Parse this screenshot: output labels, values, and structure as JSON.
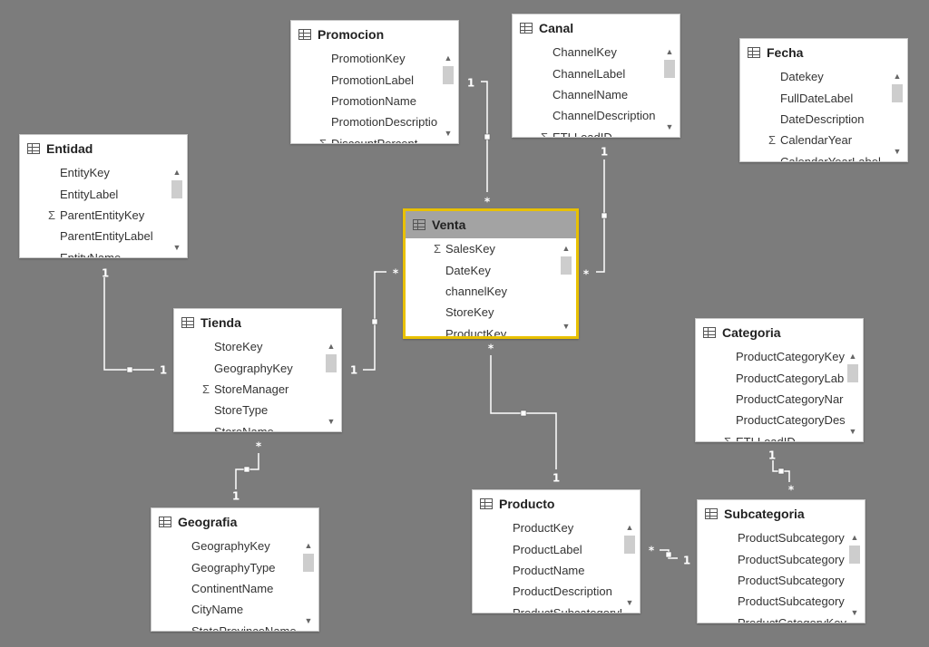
{
  "tables": [
    {
      "id": "promocion",
      "name": "Promocion",
      "selected": false,
      "fields": [
        {
          "name": "PromotionKey",
          "sigma": false
        },
        {
          "name": "PromotionLabel",
          "sigma": false
        },
        {
          "name": "PromotionName",
          "sigma": false
        },
        {
          "name": "PromotionDescriptio",
          "sigma": false
        },
        {
          "name": "DiscountPercent",
          "sigma": true
        }
      ]
    },
    {
      "id": "canal",
      "name": "Canal",
      "selected": false,
      "fields": [
        {
          "name": "ChannelKey",
          "sigma": false
        },
        {
          "name": "ChannelLabel",
          "sigma": false
        },
        {
          "name": "ChannelName",
          "sigma": false
        },
        {
          "name": "ChannelDescription",
          "sigma": false
        },
        {
          "name": "ETLLoadID",
          "sigma": true
        }
      ]
    },
    {
      "id": "fecha",
      "name": "Fecha",
      "selected": false,
      "fields": [
        {
          "name": "Datekey",
          "sigma": false
        },
        {
          "name": "FullDateLabel",
          "sigma": false
        },
        {
          "name": "DateDescription",
          "sigma": false
        },
        {
          "name": "CalendarYear",
          "sigma": true
        },
        {
          "name": "CalendarYearLabel",
          "sigma": false
        }
      ]
    },
    {
      "id": "entidad",
      "name": "Entidad",
      "selected": false,
      "fields": [
        {
          "name": "EntityKey",
          "sigma": false
        },
        {
          "name": "EntityLabel",
          "sigma": false
        },
        {
          "name": "ParentEntityKey",
          "sigma": true
        },
        {
          "name": "ParentEntityLabel",
          "sigma": false
        },
        {
          "name": "EntityName",
          "sigma": false
        }
      ]
    },
    {
      "id": "venta",
      "name": "Venta",
      "selected": true,
      "fields": [
        {
          "name": "SalesKey",
          "sigma": true
        },
        {
          "name": "DateKey",
          "sigma": false
        },
        {
          "name": "channelKey",
          "sigma": false
        },
        {
          "name": "StoreKey",
          "sigma": false
        },
        {
          "name": "ProductKey",
          "sigma": false
        }
      ]
    },
    {
      "id": "tienda",
      "name": "Tienda",
      "selected": false,
      "fields": [
        {
          "name": "StoreKey",
          "sigma": false
        },
        {
          "name": "GeographyKey",
          "sigma": false
        },
        {
          "name": "StoreManager",
          "sigma": true
        },
        {
          "name": "StoreType",
          "sigma": false
        },
        {
          "name": "StoreName",
          "sigma": false
        }
      ]
    },
    {
      "id": "categoria",
      "name": "Categoria",
      "selected": false,
      "fields": [
        {
          "name": "ProductCategoryKey",
          "sigma": false
        },
        {
          "name": "ProductCategoryLab",
          "sigma": false
        },
        {
          "name": "ProductCategoryNar",
          "sigma": false
        },
        {
          "name": "ProductCategoryDes",
          "sigma": false
        },
        {
          "name": "ETLLoadID",
          "sigma": true
        }
      ]
    },
    {
      "id": "geografia",
      "name": "Geografia",
      "selected": false,
      "fields": [
        {
          "name": "GeographyKey",
          "sigma": false
        },
        {
          "name": "GeographyType",
          "sigma": false
        },
        {
          "name": "ContinentName",
          "sigma": false
        },
        {
          "name": "CityName",
          "sigma": false
        },
        {
          "name": "StateProvinceName",
          "sigma": false
        }
      ]
    },
    {
      "id": "producto",
      "name": "Producto",
      "selected": false,
      "fields": [
        {
          "name": "ProductKey",
          "sigma": false
        },
        {
          "name": "ProductLabel",
          "sigma": false
        },
        {
          "name": "ProductName",
          "sigma": false
        },
        {
          "name": "ProductDescription",
          "sigma": false
        },
        {
          "name": "ProductSubcategoryKey",
          "sigma": false
        }
      ]
    },
    {
      "id": "subcategoria",
      "name": "Subcategoria",
      "selected": false,
      "fields": [
        {
          "name": "ProductSubcategory",
          "sigma": false
        },
        {
          "name": "ProductSubcategory",
          "sigma": false
        },
        {
          "name": "ProductSubcategory",
          "sigma": false
        },
        {
          "name": "ProductSubcategory",
          "sigma": false
        },
        {
          "name": "ProductCategoryKey",
          "sigma": false
        }
      ]
    }
  ],
  "relationships": [
    {
      "from": "promocion",
      "to": "venta",
      "from_card": "1",
      "to_card": "*"
    },
    {
      "from": "canal",
      "to": "venta",
      "from_card": "1",
      "to_card": "*"
    },
    {
      "from": "entidad",
      "to": "tienda",
      "from_card": "1",
      "to_card": "1"
    },
    {
      "from": "tienda",
      "to": "venta",
      "from_card": "1",
      "to_card": "*"
    },
    {
      "from": "tienda",
      "to": "geografia",
      "from_card": "*",
      "to_card": "1"
    },
    {
      "from": "venta",
      "to": "producto",
      "from_card": "*",
      "to_card": "1"
    },
    {
      "from": "categoria",
      "to": "subcategoria",
      "from_card": "1",
      "to_card": "*"
    },
    {
      "from": "producto",
      "to": "subcategoria",
      "from_card": "*",
      "to_card": "1"
    }
  ],
  "icons": {
    "table": "table-icon",
    "sigma": "Σ",
    "scroll_up": "▲",
    "scroll_down": "▼"
  },
  "colors": {
    "canvas": "#7c7c7c",
    "selected_border": "#e8c000",
    "selected_header": "#a3a3a3",
    "line": "#ffffff"
  }
}
